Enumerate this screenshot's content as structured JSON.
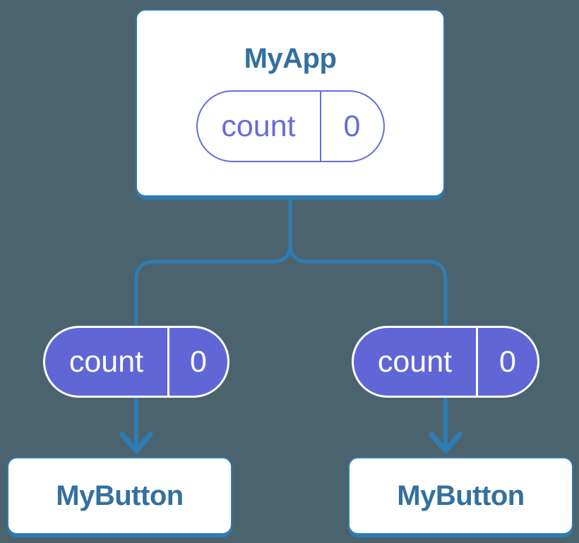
{
  "diagram": {
    "type": "component-tree",
    "root": {
      "title": "MyApp",
      "state": {
        "name": "count",
        "value": "0"
      }
    },
    "children": [
      {
        "title": "MyButton",
        "prop": {
          "name": "count",
          "value": "0"
        }
      },
      {
        "title": "MyButton",
        "prop": {
          "name": "count",
          "value": "0"
        }
      }
    ],
    "colors": {
      "background": "#4b636e",
      "line": "#2e7cb2",
      "node_border": "#2e7cb2",
      "node_text": "#33709f",
      "pill_fill": "#6166d7",
      "pill_border_light": "#ffffff",
      "pill_text_light": "#ffffff",
      "pill_outline": "#666cdb",
      "pill_outline_text": "#666cdb"
    }
  }
}
